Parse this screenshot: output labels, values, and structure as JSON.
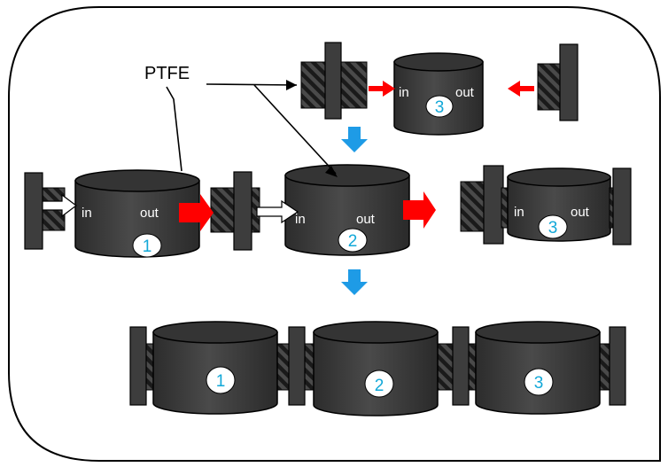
{
  "diagram": {
    "callout_label": "PTFE",
    "port_in": "in",
    "port_out": "out",
    "numbers": [
      "1",
      "2",
      "3"
    ]
  },
  "colors": {
    "cylinder_body": "#3f3f3f",
    "cylinder_top": "#333333",
    "flow_arrow": "#ff0000",
    "step_arrow": "#1e9be6",
    "number_text": "#12a8d8",
    "fitting_stripe": "#1a1a1a"
  }
}
